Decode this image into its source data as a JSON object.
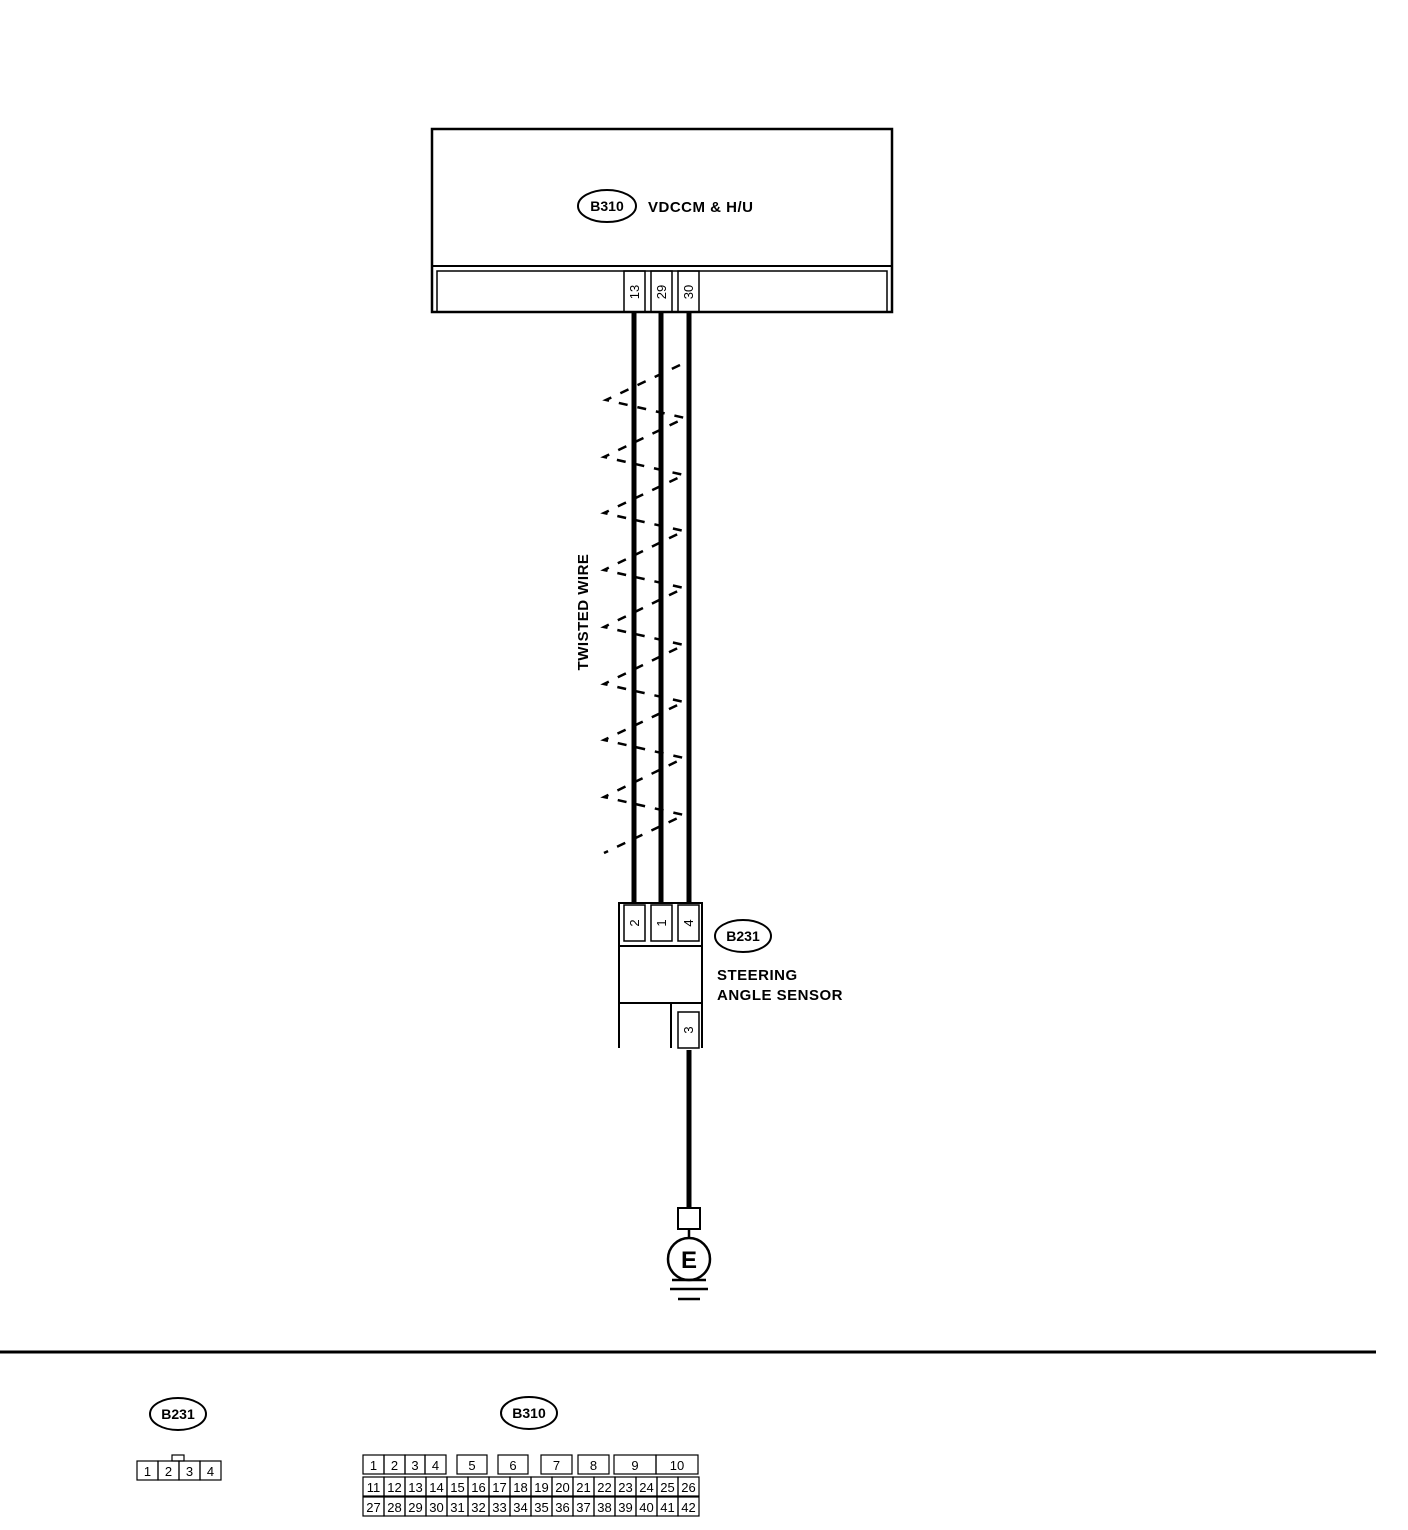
{
  "module": {
    "connector_tag": "B310",
    "name": "VDCCM & H/U",
    "pins": [
      "13",
      "29",
      "30"
    ]
  },
  "twisted_label": "TWISTED WIRE",
  "sensor": {
    "connector_tag": "B231",
    "name_line1": "STEERING",
    "name_line2": "ANGLE SENSOR",
    "top_pins": [
      "2",
      "1",
      "4"
    ],
    "bottom_pin": "3"
  },
  "ground": {
    "symbol": "E"
  },
  "legend": {
    "b231": {
      "tag": "B231",
      "pins": [
        "1",
        "2",
        "3",
        "4"
      ]
    },
    "b310": {
      "tag": "B310",
      "row1": [
        "1",
        "2",
        "3",
        "4",
        "5",
        "6",
        "7",
        "8",
        "9",
        "10"
      ],
      "row2": [
        "11",
        "12",
        "13",
        "14",
        "15",
        "16",
        "17",
        "18",
        "19",
        "20",
        "21",
        "22",
        "23",
        "24",
        "25",
        "26"
      ],
      "row3": [
        "27",
        "28",
        "29",
        "30",
        "31",
        "32",
        "33",
        "34",
        "35",
        "36",
        "37",
        "38",
        "39",
        "40",
        "41",
        "42"
      ]
    }
  },
  "colors": {
    "line": "#000000",
    "background": "#ffffff"
  }
}
